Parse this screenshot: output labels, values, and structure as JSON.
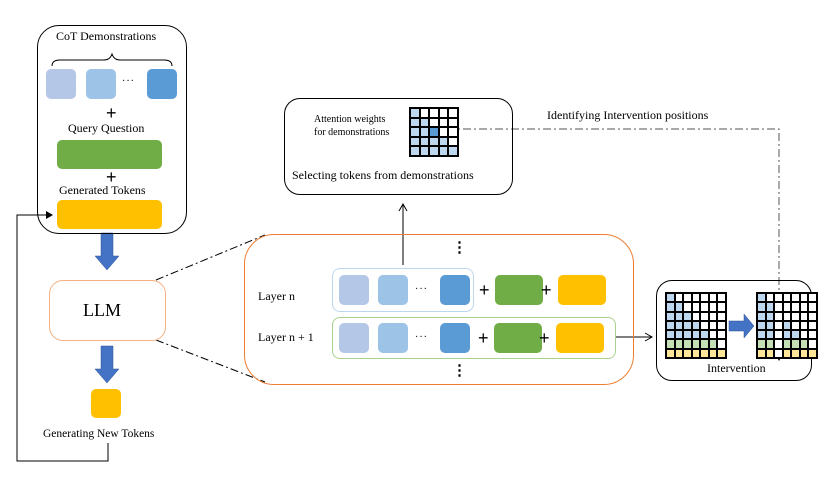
{
  "colors": {
    "token_demo_1": "#b4c7e7",
    "token_demo_2": "#9dc3e6",
    "token_demo_3": "#5b9bd5",
    "token_query": "#70ad47",
    "token_generated": "#ffc000",
    "arrow_blue": "#4472c4",
    "llm_border": "#f4b183",
    "layer_group_border": "#ed7d31",
    "layer_n_border": "#bdd7ee",
    "layer_n1_border": "#a9d18e",
    "grid_blue": "#bdd7ee",
    "grid_blue_dark": "#5b9bd5",
    "grid_green": "#c5e0b4",
    "grid_yellow": "#ffe699"
  },
  "input_panel": {
    "title": "CoT Demonstrations",
    "plus_1": "+",
    "query_label": "Query Question",
    "plus_2": "+",
    "generated_label": "Generated Tokens",
    "ellipsis": "···"
  },
  "llm": {
    "label": "LLM"
  },
  "output": {
    "label": "Generating New Tokens"
  },
  "layers": {
    "top_ellipsis": "⋮",
    "bottom_ellipsis": "⋮",
    "layer_n_label": "Layer n",
    "layer_n1_label": "Layer n + 1",
    "ellipsis": "···",
    "plus": "+"
  },
  "attention_panel": {
    "weights_label_line1": "Attention weights",
    "weights_label_line2": "for demonstrations",
    "caption": "Selecting tokens from demonstrations",
    "grid": [
      [
        "b",
        "w",
        "w",
        "w",
        "w"
      ],
      [
        "b",
        "b",
        "w",
        "w",
        "w"
      ],
      [
        "b",
        "b",
        "d",
        "w",
        "w"
      ],
      [
        "b",
        "b",
        "b",
        "b",
        "w"
      ],
      [
        "b",
        "b",
        "b",
        "b",
        "b"
      ]
    ]
  },
  "identify_label": "Identifying Intervention positions",
  "intervention_panel": {
    "caption": "Intervention",
    "grid_before": [
      [
        "b",
        "w",
        "w",
        "w",
        "w",
        "w",
        "w"
      ],
      [
        "b",
        "b",
        "w",
        "w",
        "w",
        "w",
        "w"
      ],
      [
        "b",
        "b",
        "b",
        "w",
        "w",
        "w",
        "w"
      ],
      [
        "b",
        "b",
        "b",
        "b",
        "w",
        "w",
        "w"
      ],
      [
        "b",
        "b",
        "b",
        "b",
        "b",
        "w",
        "w"
      ],
      [
        "g",
        "g",
        "g",
        "g",
        "g",
        "g",
        "w"
      ],
      [
        "y",
        "y",
        "y",
        "y",
        "y",
        "y",
        "y"
      ]
    ],
    "grid_after": [
      [
        "b",
        "w",
        "w",
        "w",
        "w",
        "w",
        "w"
      ],
      [
        "b",
        "b",
        "w",
        "w",
        "w",
        "w",
        "w"
      ],
      [
        "b",
        "b",
        "w",
        "w",
        "w",
        "w",
        "w"
      ],
      [
        "b",
        "b",
        "w",
        "b",
        "w",
        "w",
        "w"
      ],
      [
        "b",
        "b",
        "w",
        "b",
        "b",
        "w",
        "w"
      ],
      [
        "g",
        "g",
        "w",
        "g",
        "g",
        "g",
        "w"
      ],
      [
        "y",
        "y",
        "w",
        "y",
        "y",
        "y",
        "y"
      ]
    ]
  }
}
